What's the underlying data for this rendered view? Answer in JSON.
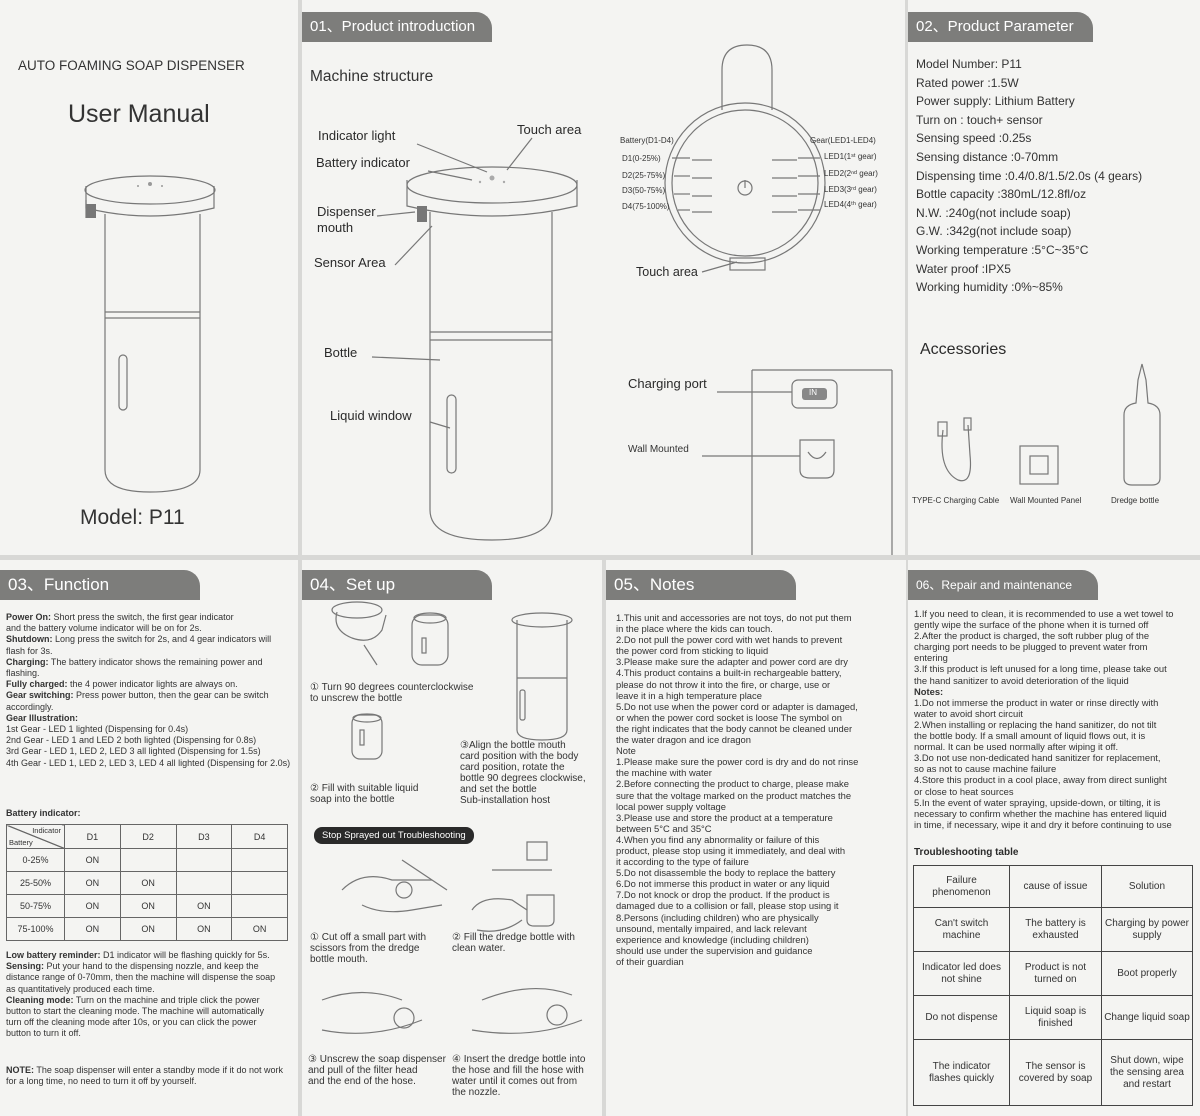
{
  "cover": {
    "brand_title": "AUTO FOAMING SOAP DISPENSER",
    "manual_title": "User Manual",
    "model": "Model: P11"
  },
  "intro": {
    "header": "01、Product introduction",
    "subtitle": "Machine structure",
    "labels": {
      "indicator_light": "Indicator light",
      "touch_area": "Touch area",
      "battery_indicator": "Battery indicator",
      "dispenser_mouth_1": "Dispenser",
      "dispenser_mouth_2": "mouth",
      "sensor_area": "Sensor Area",
      "bottle": "Bottle",
      "liquid_window": "Liquid window"
    },
    "panel": {
      "battery": "Battery(D1-D4)",
      "gear": "Gear(LED1-LED4)",
      "d1": "D1(0-25%)",
      "d2": "D2(25-75%)",
      "d3": "D3(50-75%)",
      "d4": "D4(75-100%)",
      "led1": "LED1(1ˢᵗ gear)",
      "led2": "LED2(2ⁿᵈ gear)",
      "led3": "LED3(3ʳᵈ gear)",
      "led4": "LED4(4ᵗʰ gear)",
      "touch_area": "Touch area",
      "charging_port": "Charging port",
      "wall_mounted": "Wall Mounted",
      "port_label": "IN"
    }
  },
  "params": {
    "header": "02、Product Parameter",
    "lines": [
      "Model Number: P11",
      "Rated power :1.5W",
      "Power supply: Lithium Battery",
      "Turn on : touch+ sensor",
      "Sensing speed :0.25s",
      "Sensing distance :0-70mm",
      "Dispensing time :0.4/0.8/1.5/2.0s (4 gears)",
      "Bottle capacity :380mL/12.8fl/oz",
      "N.W. :240g(not include soap)",
      "G.W. :342g(not include soap)",
      "Working temperature :5°C~35°C",
      "Water proof :IPX5",
      "Working humidity :0%~85%"
    ],
    "accessories_title": "Accessories",
    "accessories": [
      "TYPE-C Charging Cable",
      "Wall Mounted Panel",
      "Dredge bottle"
    ]
  },
  "function": {
    "header": "03、Function",
    "items": [
      {
        "k": "Power On:",
        "v": " Short press the switch, the first gear indicator"
      },
      {
        "k": "",
        "v": "and the battery volume indicator will be on for 2s."
      },
      {
        "k": "Shutdown:",
        "v": " Long press the switch for 2s, and 4 gear indicators will"
      },
      {
        "k": "",
        "v": "flash for 3s."
      },
      {
        "k": "Charging:",
        "v": " The battery indicator shows the remaining power and"
      },
      {
        "k": "",
        "v": "flashing."
      },
      {
        "k": "Fully charged:",
        "v": " the 4 power indicator lights are always on."
      },
      {
        "k": "Gear switching:",
        "v": " Press power button, then the gear can be switch"
      },
      {
        "k": "",
        "v": "accordingly."
      },
      {
        "k": "Gear Illustration:",
        "v": ""
      },
      {
        "k": "",
        "v": "1st Gear - LED 1 lighted (Dispensing for 0.4s)"
      },
      {
        "k": "",
        "v": "2nd Gear - LED 1 and LED 2 both lighted (Dispensing for 0.8s)"
      },
      {
        "k": "",
        "v": "3rd Gear - LED 1, LED 2, LED 3 all lighted (Dispensing for 1.5s)"
      },
      {
        "k": "",
        "v": "4th Gear - LED 1, LED 2, LED 3, LED 4 all lighted (Dispensing for 2.0s)"
      }
    ],
    "battery_title": "Battery indicator:",
    "battery_table": {
      "corner_top": "Indicator",
      "corner_bottom": "Battery",
      "cols": [
        "D1",
        "D2",
        "D3",
        "D4"
      ],
      "rows": [
        {
          "label": "0-25%",
          "cells": [
            "ON",
            "",
            "",
            ""
          ]
        },
        {
          "label": "25-50%",
          "cells": [
            "ON",
            "ON",
            "",
            ""
          ]
        },
        {
          "label": "50-75%",
          "cells": [
            "ON",
            "ON",
            "ON",
            ""
          ]
        },
        {
          "label": "75-100%",
          "cells": [
            "ON",
            "ON",
            "ON",
            "ON"
          ]
        }
      ]
    },
    "items2": [
      {
        "k": "Low battery reminder:",
        "v": " D1 indicator will be flashing quickly for 5s."
      },
      {
        "k": "Sensing:",
        "v": " Put your hand to the dispensing nozzle, and keep the"
      },
      {
        "k": "",
        "v": "distance range of 0-70mm, then the machine will dispense the soap"
      },
      {
        "k": "",
        "v": "as quantitatively produced each time."
      },
      {
        "k": "Cleaning mode:",
        "v": " Turn on the machine and triple click the power"
      },
      {
        "k": "",
        "v": "button to start the cleaning mode. The machine will automatically"
      },
      {
        "k": "",
        "v": "turn off the cleaning mode after 10s, or you can click the power"
      },
      {
        "k": "",
        "v": "button to turn it off."
      }
    ],
    "note_k": "NOTE:",
    "note_v1": " The soap dispenser will enter a standby mode if it do not work",
    "note_v2": "for a long time, no need to turn it off by yourself."
  },
  "setup": {
    "header": "04、Set up",
    "step1": [
      "① Turn 90 degrees counterclockwise",
      "to unscrew the bottle"
    ],
    "step2": [
      "② Fill with suitable liquid",
      "soap into the bottle"
    ],
    "step3": [
      "③Align the bottle mouth",
      "card position with the body",
      "card position, rotate the",
      "bottle 90 degrees clockwise,",
      "and set the bottle",
      "Sub-installation host"
    ],
    "trouble_badge": "Stop Sprayed out Troubleshooting",
    "t1": [
      "① Cut off a small part with",
      "scissors from the dredge",
      "bottle mouth."
    ],
    "t2": [
      "② Fill the dredge bottle with",
      "clean water."
    ],
    "t3": [
      "③ Unscrew the soap dispenser",
      "and pull of the filter head",
      "and the end of the hose."
    ],
    "t4": [
      "④ Insert the dredge bottle into",
      "the hose and fill the hose with",
      "water until it comes out from",
      "the nozzle."
    ]
  },
  "notes": {
    "header": "05、Notes",
    "lines": [
      "1.This unit and accessories are not toys, do not put them",
      "in the place where the kids can touch.",
      "2.Do not pull the power cord with wet hands to prevent",
      "the power cord from sticking to liquid",
      "3.Please make sure the adapter and power cord are dry",
      "4.This product contains a built-in rechargeable battery,",
      "please do not throw it into the fire, or charge, use or",
      "leave it in a high temperature place",
      "5.Do not use when the power cord or adapter is damaged,",
      "or when the power cord socket is loose The symbol on",
      "the right indicates that the body cannot be cleaned under",
      "the water dragon and ice dragon",
      "Note",
      "1.Please make sure the power cord is dry and do not rinse",
      "the machine with water",
      "2.Before connecting the product to charge, please make",
      "sure that the voltage marked on the product matches the",
      "local power supply voltage",
      "3.Please use and store the product at a temperature",
      "between 5°C and 35°C",
      "4.When you find any abnormality or failure of this",
      "product, please stop using it immediately, and deal with",
      "it according to the type of failure",
      "5.Do not disassemble the body to replace the battery",
      "6.Do not immerse this product in water or any liquid",
      "7.Do not knock or drop the product. If the product is",
      "damaged due to a collision or fall, please stop using it",
      "8.Persons (including children) who are physically",
      "unsound, mentally impaired, and lack relevant",
      "experience and knowledge (including children)",
      "should use under the supervision and guidance",
      "of their guardian"
    ]
  },
  "repair": {
    "header": "06、Repair and maintenance",
    "lines": [
      "1.If you need to clean, it is recommended to use a wet towel to",
      "gently wipe the surface of the phone when it is turned off",
      "2.After the product is charged, the soft rubber plug of the",
      "charging port needs to be plugged to prevent water from",
      "entering",
      "3.If this product is left unused for a long time, please take out",
      "the hand sanitizer to avoid deterioration of the liquid"
    ],
    "notes_title": "Notes:",
    "notes": [
      "1.Do not immerse the product in water or rinse directly with",
      "water to avoid short circuit",
      "2.When installing or replacing the hand sanitizer, do not tilt",
      "the bottle body. If a small amount of liquid flows out, it is",
      "normal. It can be used normally after wiping it off.",
      "3.Do not use non-dedicated hand sanitizer for replacement,",
      "so as not to cause machine failure",
      "4.Store this product in a cool place, away from direct sunlight",
      "or close to heat sources",
      "5.In the event of water spraying, upside-down, or tilting, it is",
      "necessary to confirm whether the machine has entered liquid",
      "in time, if necessary, wipe it and dry it before continuing to use"
    ],
    "table_title": "Troubleshooting table",
    "table": [
      [
        "Failure phenomenon",
        "cause of issue",
        "Solution"
      ],
      [
        "Can't switch machine",
        "The battery is exhausted",
        "Charging by power supply"
      ],
      [
        "Indicator led does not shine",
        "Product is not turned on",
        "Boot properly"
      ],
      [
        "Do not dispense",
        "Liquid soap is finished",
        "Change liquid soap"
      ],
      [
        "The indicator flashes quickly",
        "The sensor is covered by soap",
        "Shut down, wipe the sensing area and restart"
      ]
    ]
  }
}
